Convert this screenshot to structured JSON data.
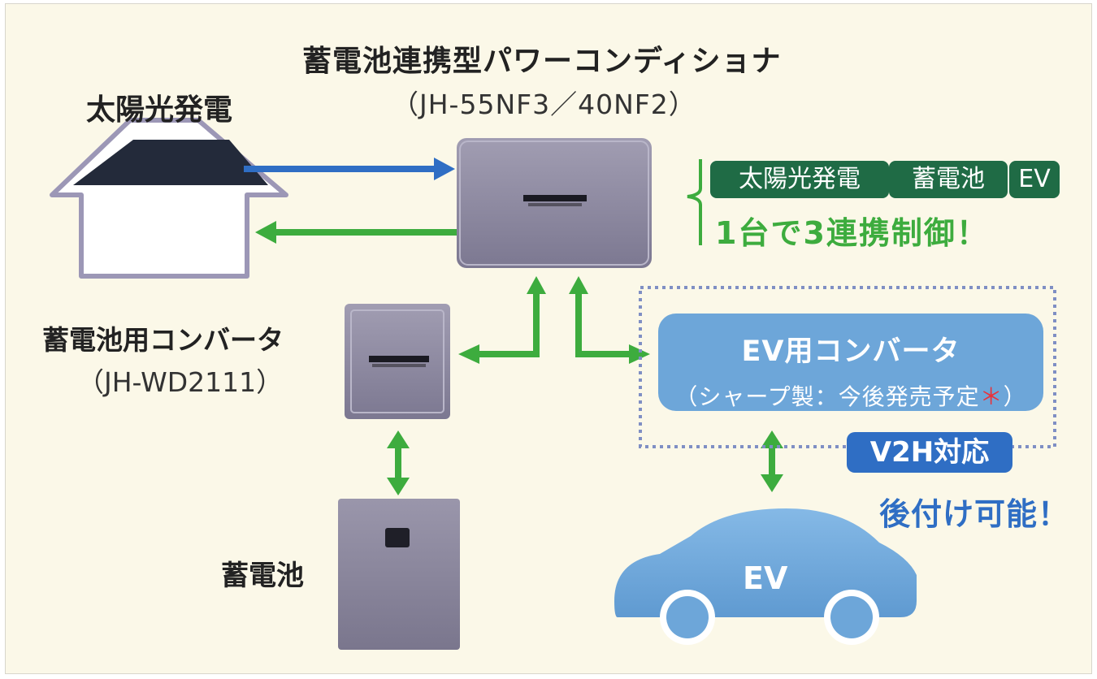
{
  "title": {
    "main": "蓄電池連携型パワーコンディショナ",
    "model": "（JH-55NF3／40NF2）"
  },
  "solar": {
    "label": "太陽光発電"
  },
  "battery_converter": {
    "label": "蓄電池用コンバータ",
    "model": "（JH-WD2111）"
  },
  "battery": {
    "label": "蓄電池"
  },
  "control_tags": [
    "太陽光発電",
    "蓄電池",
    "EV"
  ],
  "control_text": "1台で3連携制御！",
  "ev_converter": {
    "title": "EV用コンバータ",
    "sub": "（シャープ製：今後発売予定",
    "mark": "＊",
    "close": "）"
  },
  "v2h": {
    "badge": "V2H対応",
    "text": "後付け可能！"
  },
  "ev": {
    "label": "EV"
  },
  "colors": {
    "background": "#fbf8e8",
    "green_arrow": "#3dac3e",
    "blue_arrow": "#2f6ec4",
    "tag_green": "#1f6b45",
    "ev_blue": "#6da6d9",
    "device_gray": "#8e8a9f",
    "asterisk_red": "#e8333c"
  }
}
